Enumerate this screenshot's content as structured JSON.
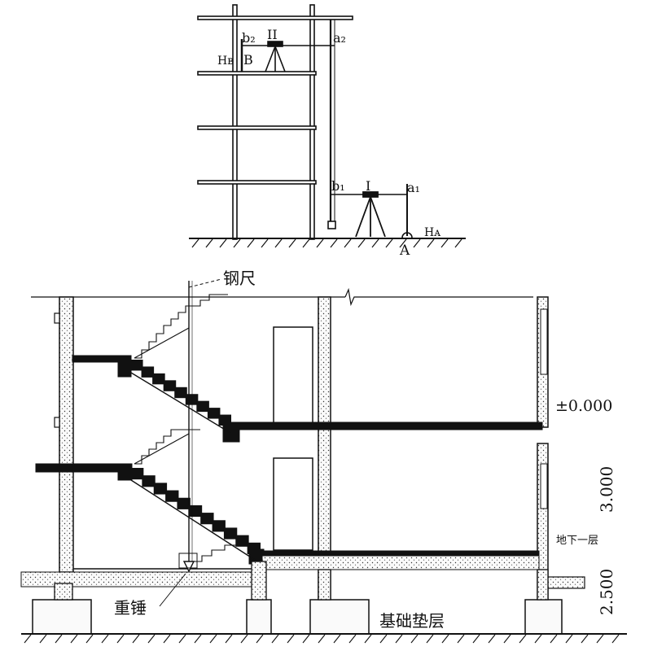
{
  "top_diagram": {
    "labels": {
      "b2": "b₂",
      "station2": "II",
      "a2": "a₂",
      "hb": "Hʙ",
      "point_b": "B",
      "b1": "b₁",
      "station1": "I",
      "a1": "a₁",
      "ha": "Hᴀ",
      "point_a": "A"
    }
  },
  "bottom_diagram": {
    "labels": {
      "steel_tape": "钢尺",
      "elevation_zero": "±0.000",
      "dim_3000": "3.000",
      "basement_one": "地下一层",
      "dim_2500": "2.500",
      "plumb_bob": "重锤",
      "foundation_cushion": "基础垫层"
    }
  },
  "colors": {
    "ink": "#111111",
    "hatch": "#222222",
    "fill_light": "#f2f2f2"
  }
}
